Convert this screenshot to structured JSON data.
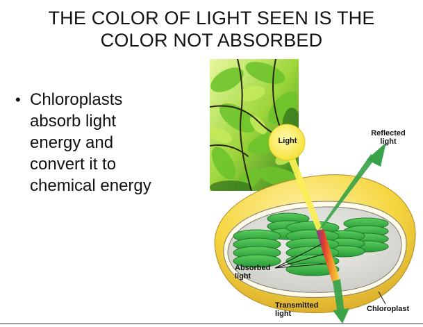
{
  "slide": {
    "title_lines": [
      "THE COLOR OF LIGHT SEEN IS THE",
      "COLOR NOT ABSORBED"
    ],
    "bullets": [
      {
        "lines": [
          "Chloroplasts",
          "absorb light",
          "energy and",
          "convert it to",
          "chemical energy"
        ]
      }
    ]
  },
  "diagram": {
    "labels": {
      "light": "Light",
      "reflected_line1": "Reflected",
      "reflected_line2": "light",
      "absorbed_line1": "Absorbed",
      "absorbed_line2": "light",
      "transmitted_line1": "Transmitted",
      "transmitted_line2": "light",
      "chloroplast": "Chloroplast"
    },
    "colors": {
      "leaf_green": "#5dbb2e",
      "arrow_green": "#3aa34a",
      "envelope_yellow": "#f2d44a",
      "grana_green": "#3fae4a",
      "light_yellow": "#fbee55"
    }
  }
}
